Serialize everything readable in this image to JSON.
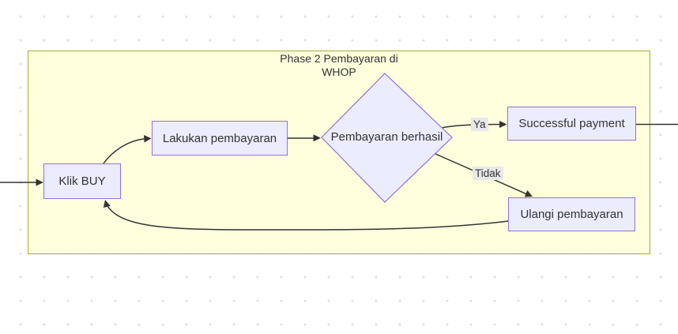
{
  "colors": {
    "node_fill": "#ECECFF",
    "node_border": "#9370DB",
    "cluster_fill": "#FFFFDE",
    "cluster_border": "#AAAA33",
    "edge": "#333333",
    "edge_label_bg": "#E8E8E8",
    "text": "#333333",
    "canvas_dot": "#E0E0E0"
  },
  "diagram": {
    "cluster": {
      "title_line1": "Phase 2 Pembayaran di",
      "title_line2": "WHOP"
    },
    "nodes": {
      "klik_buy": {
        "label": "Klik BUY",
        "shape": "rect"
      },
      "lakukan_pembayaran": {
        "label": "Lakukan pembayaran",
        "shape": "rect"
      },
      "pembayaran_berhasil": {
        "label": "Pembayaran berhasil",
        "shape": "diamond"
      },
      "successful_payment": {
        "label": "Successful payment",
        "shape": "rect"
      },
      "ulangi_pembayaran": {
        "label": "Ulangi pembayaran",
        "shape": "rect"
      }
    },
    "edge_labels": {
      "ya": "Ya",
      "tidak": "Tidak"
    },
    "edges": [
      {
        "from": "off-canvas-left",
        "to": "Klik BUY",
        "label": ""
      },
      {
        "from": "Klik BUY",
        "to": "Lakukan pembayaran",
        "label": ""
      },
      {
        "from": "Lakukan pembayaran",
        "to": "Pembayaran berhasil",
        "label": ""
      },
      {
        "from": "Pembayaran berhasil",
        "to": "Successful payment",
        "label": "Ya"
      },
      {
        "from": "Pembayaran berhasil",
        "to": "Ulangi pembayaran",
        "label": "Tidak"
      },
      {
        "from": "Ulangi pembayaran",
        "to": "Klik BUY",
        "label": ""
      },
      {
        "from": "Successful payment",
        "to": "off-canvas-right",
        "label": ""
      }
    ]
  }
}
